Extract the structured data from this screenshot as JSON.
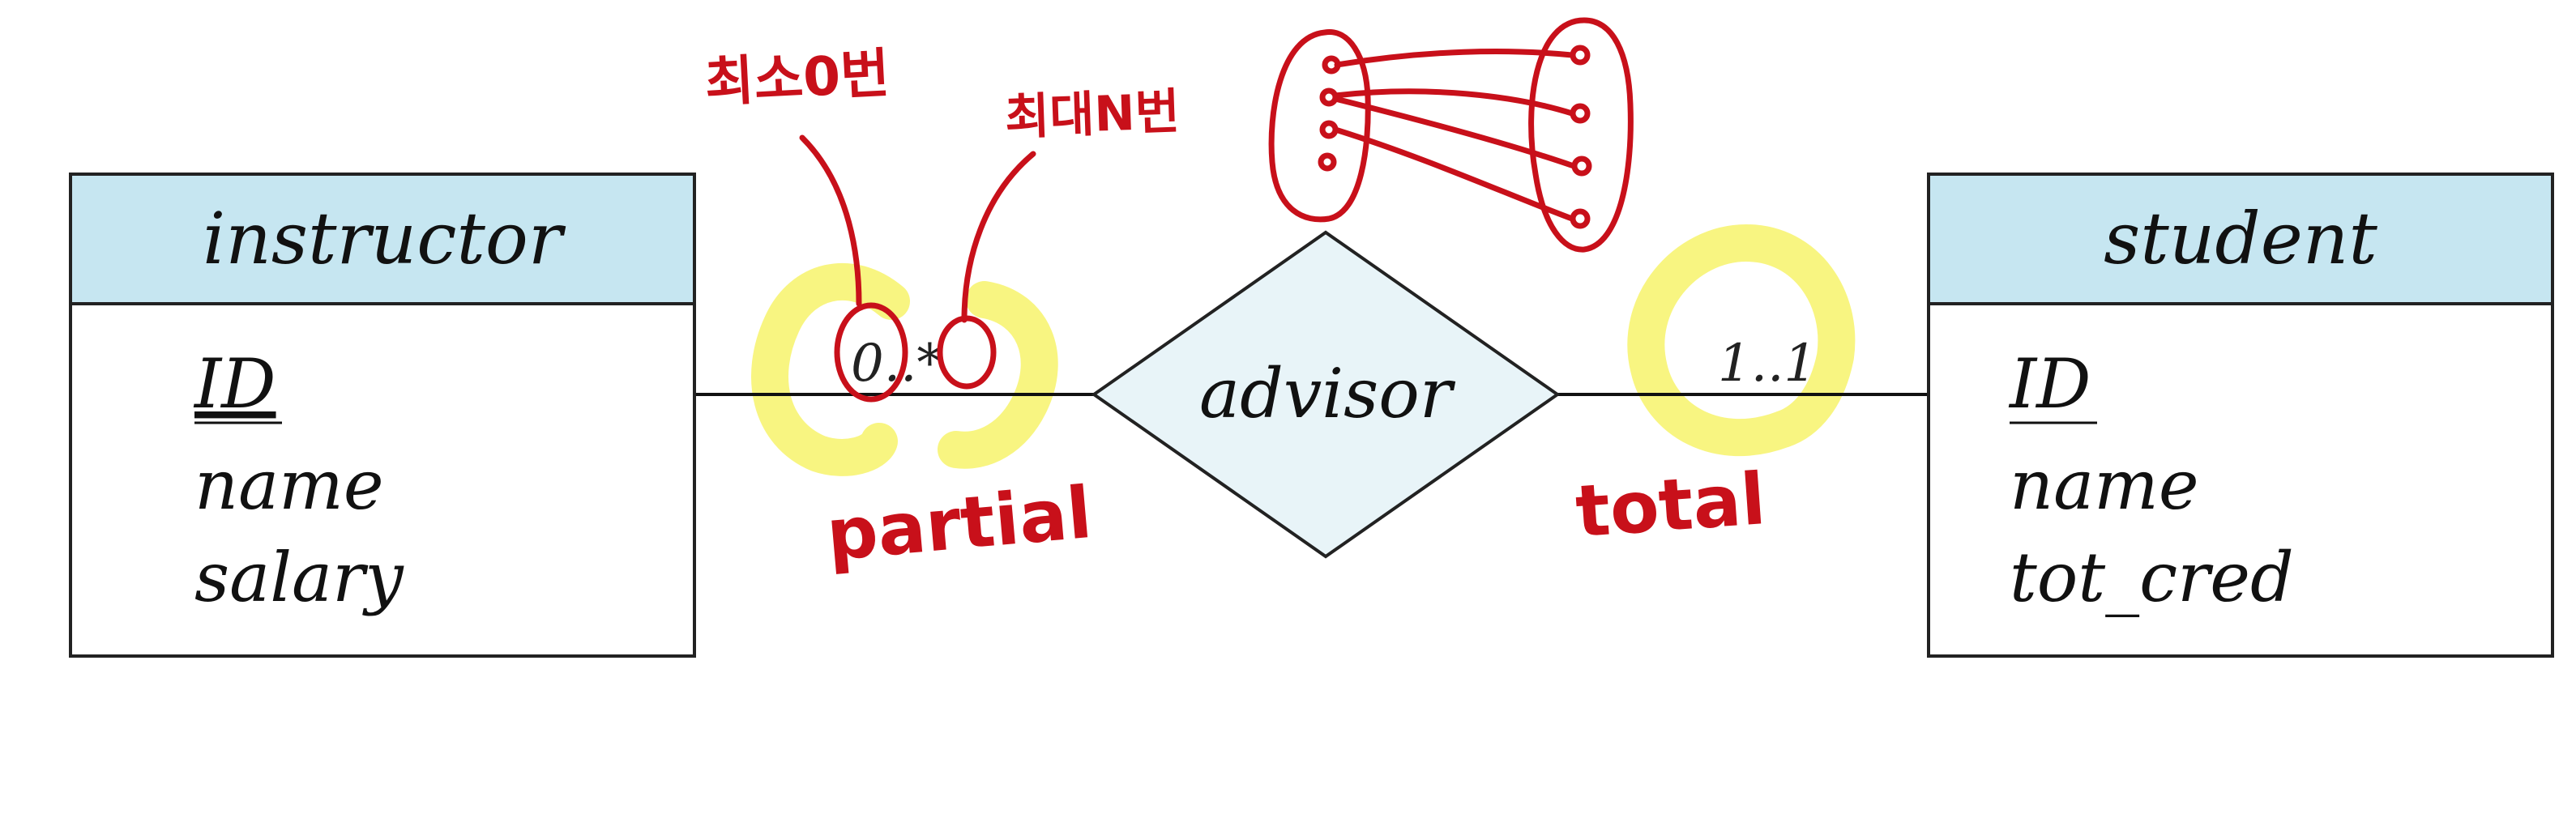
{
  "diagram": {
    "entities": [
      {
        "id": "instructor",
        "title": "instructor",
        "key": "ID",
        "attributes": [
          "name",
          "salary"
        ]
      },
      {
        "id": "student",
        "title": "student",
        "key": "ID",
        "attributes": [
          "name",
          "tot_cred"
        ]
      }
    ],
    "relationship": {
      "label": "advisor"
    },
    "cardinality": {
      "left": "0..*",
      "right": "1..1"
    },
    "annotations": {
      "min_note": "최소0번",
      "max_note": "최대N번",
      "partial": "partial",
      "total": "total"
    },
    "colors": {
      "entity_header": "#c6e6f1",
      "relationship_fill": "#e8f4f8",
      "ink": "#c8101a",
      "highlight": "#f7f36b"
    }
  }
}
